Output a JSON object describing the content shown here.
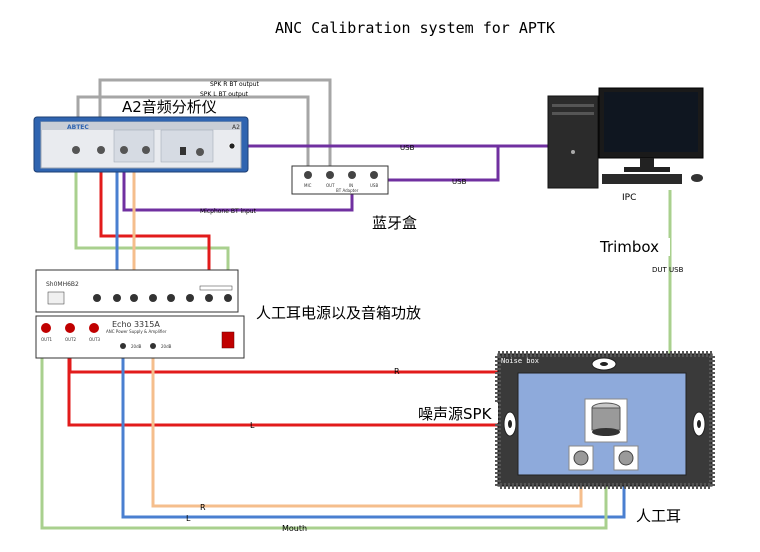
{
  "title": "ANC Calibration system for APTK",
  "devices": {
    "analyzer": {
      "label": "A2音频分析仪",
      "brand": "ABTEC",
      "model": "A2"
    },
    "bt_box": {
      "label": "蓝牙盒",
      "port_labels": [
        "MIC",
        "OUT",
        "BT Adapter",
        "IN",
        "USB"
      ]
    },
    "pc": {
      "label": "IPC"
    },
    "amp": {
      "label": "人工耳电源以及音箱功放",
      "upper_model": "Sh0MH6B2",
      "lower_model": "Echo 3315A",
      "lower_subtitle": "ANC Power Supply & Amplifier",
      "outputs": [
        "OUT1",
        "OUT2",
        "OUT3"
      ],
      "db_labels": [
        "20dB",
        "20dB"
      ]
    },
    "noise_box": {
      "label": "Noise box",
      "spk_label": "噪声源SPK",
      "ear_label": "人工耳"
    }
  },
  "connections": {
    "spk_r_bt": "SPK R BT output",
    "spk_l_bt": "SPK L BT output",
    "usb_top": "USB",
    "usb_bt": "USB",
    "mic_bt_input": "Micphone BT input",
    "trimbox": "Trimbox",
    "dut_usb": "DUT USB",
    "r_spk": "R",
    "l_spk": "L",
    "r_ear": "R",
    "l_ear": "L",
    "mouth": "Mouth"
  },
  "colors": {
    "red": "#e21b1b",
    "blue": "#4a7fd0",
    "orange": "#f5be8c",
    "green": "#a9d08e",
    "gray": "#a6a6a6",
    "purple": "#7030a0",
    "box_fill": "#8eaadb"
  }
}
